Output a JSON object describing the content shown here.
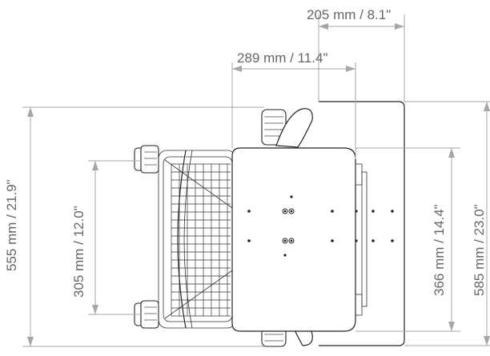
{
  "dimensions": {
    "top_width": "205 mm / 8.1\"",
    "inner_width": "289 mm / 11.4\"",
    "overall_length": "555 mm / 21.9\"",
    "wheel_spacing": "305 mm / 12.0\"",
    "seat_length": "366 mm / 14.4\"",
    "total_length": "585 mm / 23.0\""
  },
  "colors": {
    "dimension_line": "#a6a6a6",
    "dimension_text": "#666666",
    "outline": "#222222"
  }
}
